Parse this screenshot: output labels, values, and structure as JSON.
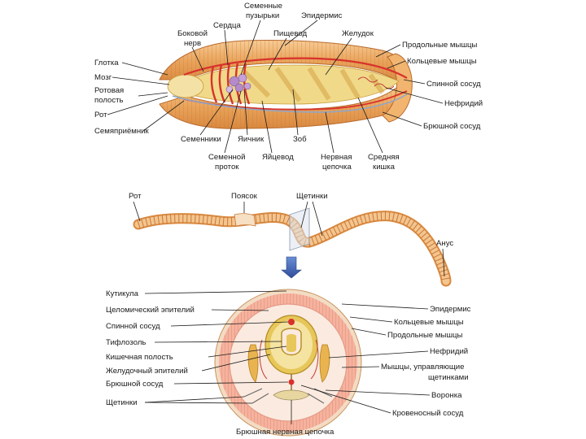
{
  "colors": {
    "body_orange": "#E9A35A",
    "body_light": "#F4C58E",
    "ring_line": "#C8783A",
    "vessel_red": "#D8322C",
    "gut_yellow": "#F1D98A",
    "nerve_blue": "#8FA6C9",
    "organ_purple": "#B48AC8",
    "arrow_blue": "#3B5BA9",
    "text": "#1a1a1a"
  },
  "top_figure": {
    "labels": {
      "glotka": "Глотка",
      "mozg": "Мозг",
      "rotovaya1": "Ротовая",
      "rotovaya2": "полость",
      "rot": "Рот",
      "semyapriemnik": "Семяприёмник",
      "semennye1": "Семенные",
      "semennye2": "пузырьки",
      "serdtsa": "Сердца",
      "bokovoy1": "Боковой",
      "bokovoy2": "нерв",
      "epidermis": "Эпидермис",
      "pischevod": "Пищевод",
      "zheludok": "Желудок",
      "prodolnye": "Продольные мышцы",
      "koltsevye": "Кольцевые мышцы",
      "spinnoy": "Спинной сосуд",
      "nefridiy": "Нефридий",
      "bryushnoy": "Брюшной сосуд",
      "semenniki": "Семенники",
      "yaichnik": "Яичник",
      "semennoy1": "Семенной",
      "semennoy2": "проток",
      "yaitsevod": "Яйцевод",
      "zob": "Зоб",
      "nervnaya1": "Нервная",
      "nervnaya2": "цепочка",
      "srednyaya1": "Средняя",
      "srednyaya2": "кишка"
    }
  },
  "middle_figure": {
    "labels": {
      "rot": "Рот",
      "poyasok": "Поясок",
      "shchetinki": "Щетинки",
      "anus": "Анус"
    }
  },
  "bottom_figure": {
    "labels": {
      "kutikula": "Кутикула",
      "tselomicheskiy": "Целомический эпителий",
      "spinnoy": "Спинной сосуд",
      "tiflozol": "Тифлозоль",
      "kishechnaya": "Кишечная полость",
      "zheludochny": "Желудочный эпителий",
      "bryushnoy": "Брюшной сосуд",
      "shchetinki": "Щетинки",
      "bryushnaya_tsepochka": "Брюшная нервная цепочка",
      "epidermis": "Эпидермис",
      "koltsevye": "Кольцевые мышцы",
      "prodolnye": "Продольные мышцы",
      "nefridiy": "Нефридий",
      "myshtsy1": "Мышцы, управляющие",
      "myshtsy2": "щетинками",
      "voronka": "Воронка",
      "krovenosny": "Кровеносный сосуд"
    }
  }
}
